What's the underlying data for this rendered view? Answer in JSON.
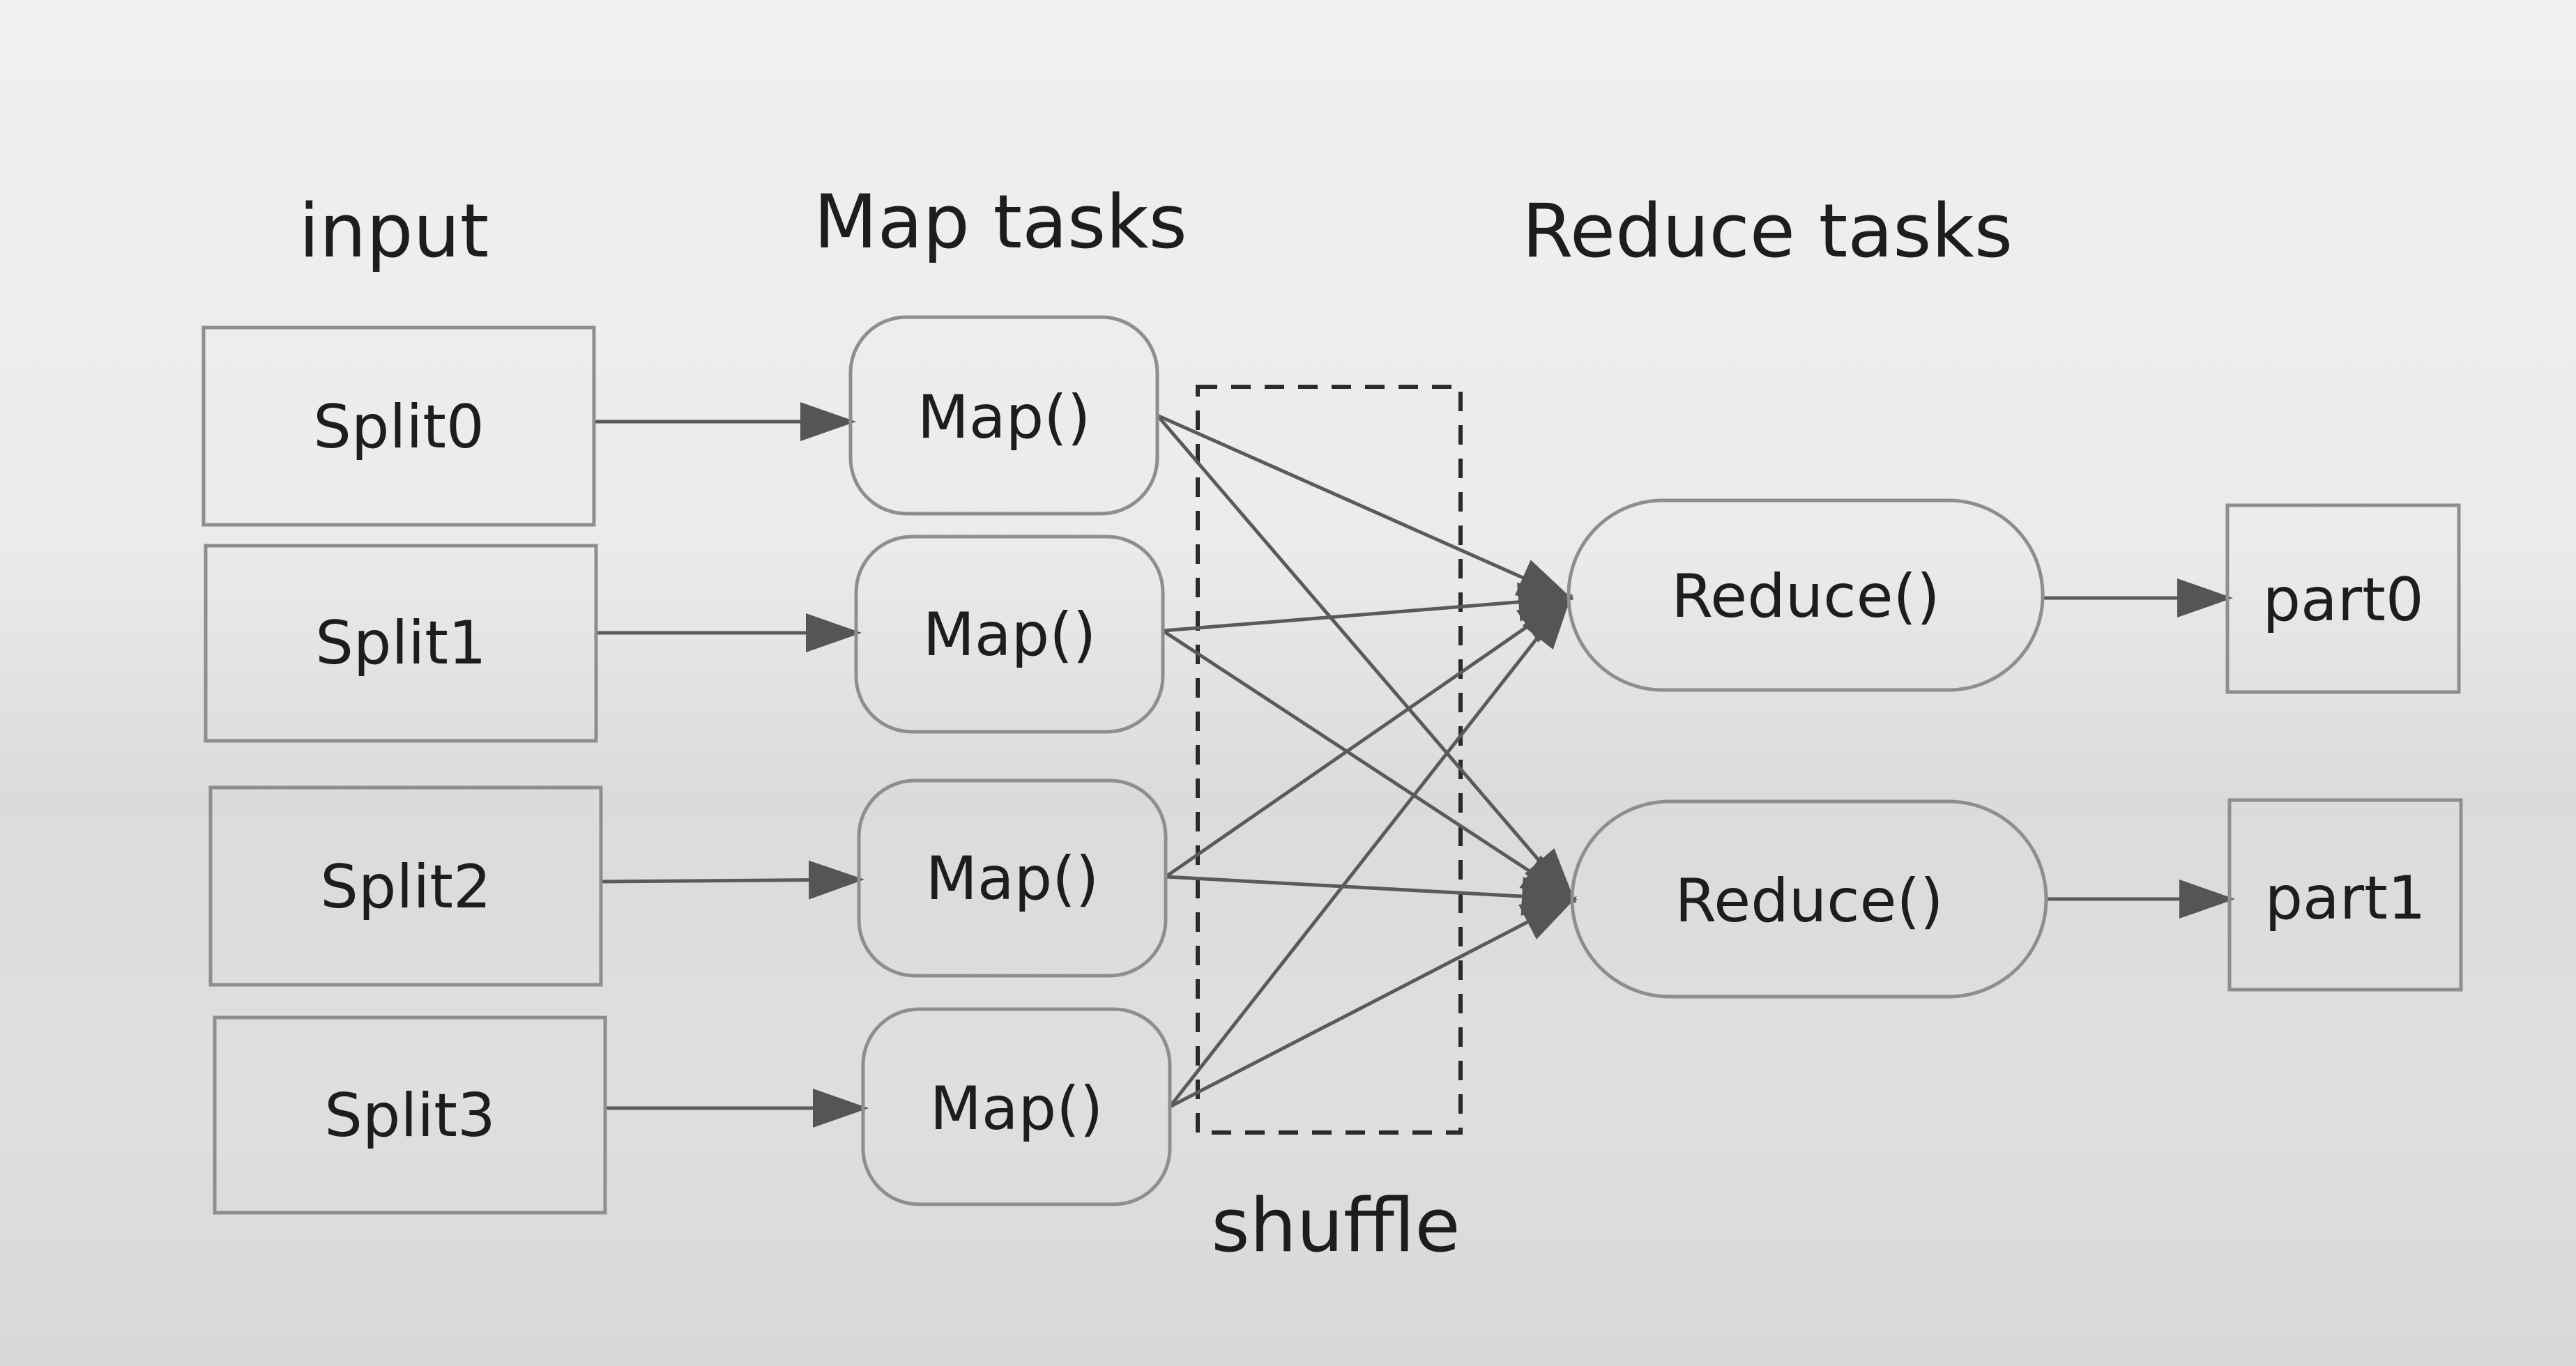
{
  "headers": {
    "input": "input",
    "map_tasks": "Map tasks",
    "reduce_tasks": "Reduce tasks"
  },
  "splits": [
    "Split0",
    "Split1",
    "Split2",
    "Split3"
  ],
  "maps": [
    "Map()",
    "Map()",
    "Map()",
    "Map()"
  ],
  "reduces": [
    "Reduce()",
    "Reduce()"
  ],
  "parts": [
    "part0",
    "part1"
  ],
  "shuffle_label": "shuffle",
  "edges": {
    "split_to_map": [
      [
        0,
        0
      ],
      [
        1,
        1
      ],
      [
        2,
        2
      ],
      [
        3,
        3
      ]
    ],
    "map_to_reduce": [
      [
        0,
        0
      ],
      [
        0,
        1
      ],
      [
        1,
        0
      ],
      [
        1,
        1
      ],
      [
        2,
        0
      ],
      [
        2,
        1
      ],
      [
        3,
        0
      ],
      [
        3,
        1
      ]
    ],
    "reduce_to_part": [
      [
        0,
        0
      ],
      [
        1,
        1
      ]
    ]
  }
}
